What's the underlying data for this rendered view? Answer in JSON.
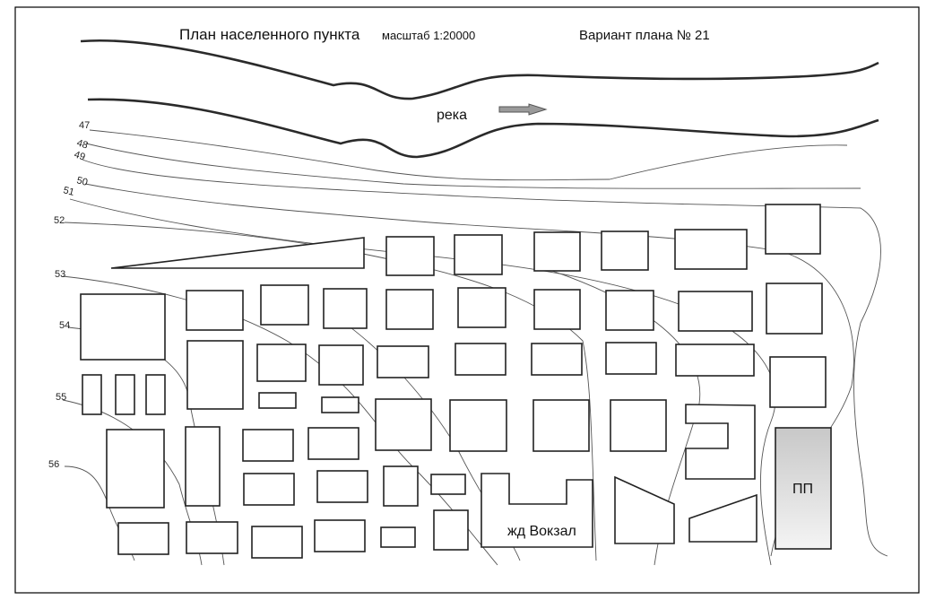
{
  "title": "План населенного пункта",
  "scale": "масштаб 1:20000",
  "variant": "Вариант плана № 21",
  "river_label": "река",
  "station_label": "жд Вокзал",
  "pp_label": "ПП",
  "contour_labels": [
    "47",
    "48",
    "49",
    "50",
    "51",
    "52",
    "53",
    "54",
    "55",
    "56"
  ],
  "colors": {
    "lines": "#222222",
    "contours": "#555555",
    "pp_fill_start": "#c8c8c8",
    "pp_fill_end": "#f2f2f2",
    "arrow": "#9a9a9a"
  }
}
